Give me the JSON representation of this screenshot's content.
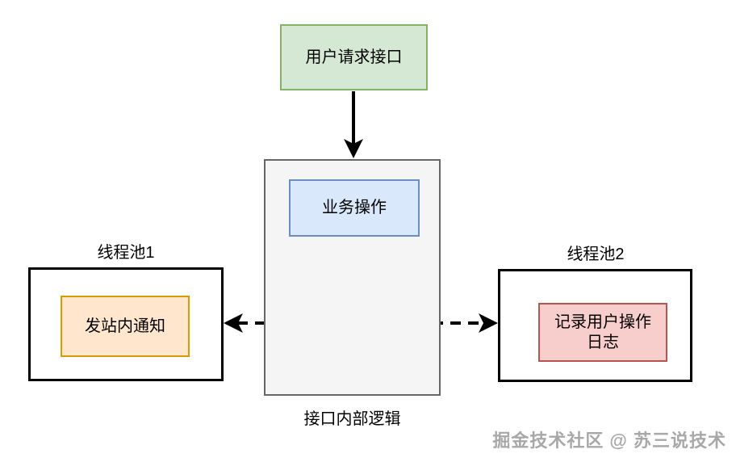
{
  "diagram": {
    "nodes": {
      "user_request": {
        "label": "用户请求接口"
      },
      "business_op": {
        "label": "业务操作"
      },
      "logic_container": {
        "label": "接口内部逻辑"
      }
    },
    "pools": {
      "pool1": {
        "title": "线程池1",
        "task": "发站内通知"
      },
      "pool2": {
        "title": "线程池2",
        "task": "记录用户操作日志"
      }
    },
    "connectors": {
      "user_to_logic": "solid-arrow-down",
      "business_to_pools": "dashed-double-arrow"
    },
    "colors": {
      "green_fill": "#d5e8d4",
      "green_border": "#82b366",
      "blue_fill": "#dae8fc",
      "blue_border": "#6c8ebf",
      "orange_fill": "#ffe6cc",
      "orange_border": "#d79b00",
      "red_fill": "#f8cecc",
      "red_border": "#b85450",
      "container_fill": "#f5f5f5",
      "container_border": "#666666",
      "connector": "#000000",
      "watermark_text": "#a8a8a8"
    }
  },
  "watermark": {
    "text": "掘金技术社区 @ 苏三说技术"
  }
}
